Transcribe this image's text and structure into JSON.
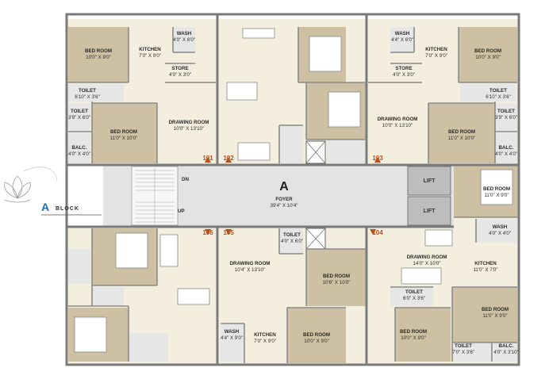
{
  "block": {
    "letter": "A",
    "word": "BLOCK"
  },
  "foyer": {
    "letter": "A",
    "name": "FOYER",
    "dims": "39'4\" X 10'4\""
  },
  "stairs": {
    "down": "DN",
    "up": "UP"
  },
  "lifts": [
    "LIFT",
    "LIFT"
  ],
  "units": [
    "101",
    "102",
    "103",
    "104",
    "105",
    "106"
  ],
  "rooms": [
    {
      "name": "BED ROOM",
      "dims": "10'0\" X 9'0\""
    },
    {
      "name": "KITCHEN",
      "dims": "7'0\" X 9'0\""
    },
    {
      "name": "WASH",
      "dims": "4'0\" X 6'0\""
    },
    {
      "name": "STORE",
      "dims": "4'0\" X 3'0\""
    },
    {
      "name": "TOILET",
      "dims": "6'10\" X 3'6\""
    },
    {
      "name": "TOILET",
      "dims": "3'9\" X 6'0\""
    },
    {
      "name": "BED ROOM",
      "dims": "11'0\" X 10'0\""
    },
    {
      "name": "DRAWING ROOM",
      "dims": "10'0\" X 13'10\""
    },
    {
      "name": "BALC.",
      "dims": "4'0\" X 4'0\""
    },
    {
      "name": "WASH",
      "dims": "4'4\" X 6'0\""
    },
    {
      "name": "KITCHEN",
      "dims": "7'0\" X 9'0\""
    },
    {
      "name": "BED ROOM",
      "dims": "10'0\" X 9'0\""
    },
    {
      "name": "STORE",
      "dims": "4'0\" X 3'0\""
    },
    {
      "name": "TOILET",
      "dims": "6'10\" X 3'6\""
    },
    {
      "name": "DRAWING ROOM",
      "dims": "10'0\" X 13'10\""
    },
    {
      "name": "TOILET",
      "dims": "3'9\" X 6'0\""
    },
    {
      "name": "BED ROOM",
      "dims": "11'0\" X 10'0\""
    },
    {
      "name": "BALC.",
      "dims": "4'0\" X 4'0\""
    },
    {
      "name": "BED ROOM",
      "dims": "11'0\" X 9'0\""
    },
    {
      "name": "WASH",
      "dims": "4'0\" X 4'0\""
    },
    {
      "name": "DRAWING ROOM",
      "dims": "14'0\" X 10'0\""
    },
    {
      "name": "KITCHEN",
      "dims": "11'0\" X 7'0\""
    },
    {
      "name": "TOILET",
      "dims": "6'0\" X 3'6\""
    },
    {
      "name": "BED ROOM",
      "dims": "11'0\" X 9'0\""
    },
    {
      "name": "BED ROOM",
      "dims": "10'0\" X 9'0\""
    },
    {
      "name": "TOILET",
      "dims": "7'0\" X 3'6\""
    },
    {
      "name": "BALC.",
      "dims": "4'0\" X 3'10\""
    },
    {
      "name": "TOILET",
      "dims": "4'0\" X 6'0\""
    },
    {
      "name": "BED ROOM",
      "dims": "10'6\" X 10'0\""
    },
    {
      "name": "DRAWING ROOM",
      "dims": "10'4\" X 13'10\""
    },
    {
      "name": "WASH",
      "dims": "4'4\" X 9'0\""
    },
    {
      "name": "KITCHEN",
      "dims": "7'0\" X 9'0\""
    },
    {
      "name": "BED ROOM",
      "dims": "10'0\" X 9'0\""
    }
  ],
  "colors": {
    "bedroom": "#cdc0a3",
    "living": "#f3eedd",
    "wet": "#e6e6e6",
    "wall": "#7a7a7a",
    "lift": "#bdbdbd",
    "unit_marker": "#b8501a",
    "block_accent": "#1f6fb5"
  }
}
